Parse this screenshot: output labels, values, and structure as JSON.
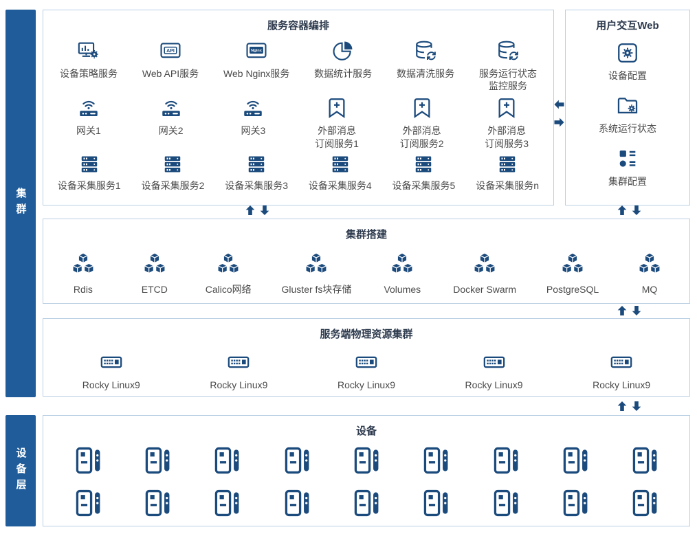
{
  "colors": {
    "navy_icon": "#1b4a7c",
    "sidebar_blue": "#1f5c99",
    "box_border": "#b9cfe3",
    "title_text": "#2e3b4e",
    "label_text": "#4a4a4a"
  },
  "sidebar": {
    "cluster": "集群",
    "device_layer": "设备层"
  },
  "orchestration": {
    "title": "服务容器编排",
    "row1": [
      {
        "label": "设备策略服务",
        "icon": "monitor-gear-icon"
      },
      {
        "label": "Web API服务",
        "icon": "api-box-icon"
      },
      {
        "label": "Web Nginx服务",
        "icon": "nginx-box-icon"
      },
      {
        "label": "数据统计服务",
        "icon": "pie-chart-icon"
      },
      {
        "label": "数据清洗服务",
        "icon": "database-refresh-icon"
      },
      {
        "label": "服务运行状态\n监控服务",
        "icon": "database-refresh-icon"
      }
    ],
    "row2": [
      {
        "label": "网关1",
        "icon": "gateway-wifi-icon"
      },
      {
        "label": "网关2",
        "icon": "gateway-wifi-icon"
      },
      {
        "label": "网关3",
        "icon": "gateway-wifi-icon"
      },
      {
        "label": "外部消息\n订阅服务1",
        "icon": "bookmark-plus-icon"
      },
      {
        "label": "外部消息\n订阅服务2",
        "icon": "bookmark-plus-icon"
      },
      {
        "label": "外部消息\n订阅服务3",
        "icon": "bookmark-plus-icon"
      }
    ],
    "row3": [
      {
        "label": "设备采集服务1",
        "icon": "server-stack-icon"
      },
      {
        "label": "设备采集服务2",
        "icon": "server-stack-icon"
      },
      {
        "label": "设备采集服务3",
        "icon": "server-stack-icon"
      },
      {
        "label": "设备采集服务4",
        "icon": "server-stack-icon"
      },
      {
        "label": "设备采集服务5",
        "icon": "server-stack-icon"
      },
      {
        "label": "设备采集服务n",
        "icon": "server-stack-icon"
      }
    ]
  },
  "web": {
    "title": "用户交互Web",
    "items": [
      {
        "label": "设备配置",
        "icon": "gear-square-icon"
      },
      {
        "label": "系统运行状态",
        "icon": "folder-gear-icon"
      },
      {
        "label": "集群配置",
        "icon": "list-config-icon"
      }
    ]
  },
  "cluster_setup": {
    "title": "集群搭建",
    "items": [
      {
        "label": "Rdis",
        "icon": "cubes-icon"
      },
      {
        "label": "ETCD",
        "icon": "cubes-icon"
      },
      {
        "label": "Calico网络",
        "icon": "cubes-icon"
      },
      {
        "label": "Gluster fs块存储",
        "icon": "cubes-icon"
      },
      {
        "label": "Volumes",
        "icon": "cubes-icon"
      },
      {
        "label": "Docker Swarm",
        "icon": "cubes-icon"
      },
      {
        "label": "PostgreSQL",
        "icon": "cubes-icon"
      },
      {
        "label": "MQ",
        "icon": "cubes-icon"
      }
    ]
  },
  "physical": {
    "title": "服务端物理资源集群",
    "items": [
      {
        "label": "Rocky Linux9",
        "icon": "keyboard-server-icon"
      },
      {
        "label": "Rocky Linux9",
        "icon": "keyboard-server-icon"
      },
      {
        "label": "Rocky Linux9",
        "icon": "keyboard-server-icon"
      },
      {
        "label": "Rocky Linux9",
        "icon": "keyboard-server-icon"
      },
      {
        "label": "Rocky Linux9",
        "icon": "keyboard-server-icon"
      }
    ]
  },
  "devices": {
    "title": "设备",
    "rows": 2,
    "icons_per_row": 9,
    "icon": "device-terminal-icon"
  }
}
